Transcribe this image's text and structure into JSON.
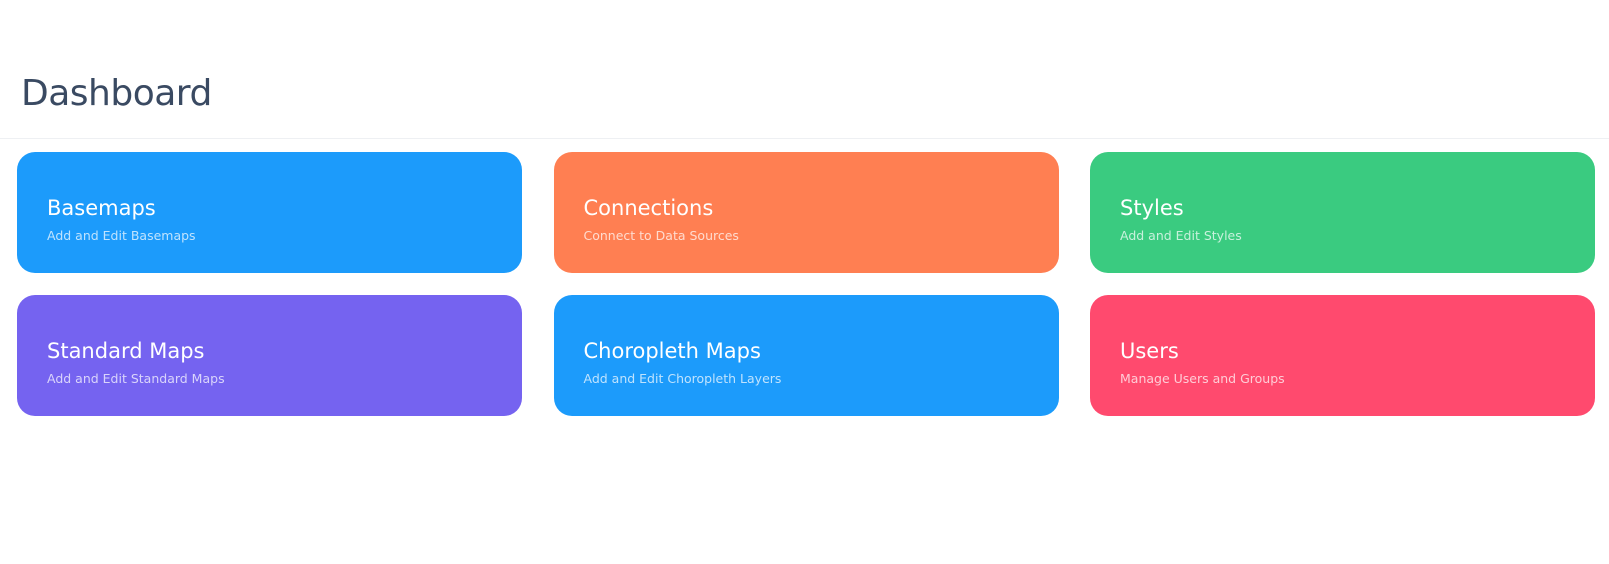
{
  "header": {
    "title": "Dashboard"
  },
  "cards": [
    {
      "key": "basemaps",
      "title": "Basemaps",
      "subtitle": "Add and Edit Basemaps",
      "color": "#1c9bfb"
    },
    {
      "key": "connections",
      "title": "Connections",
      "subtitle": "Connect to Data Sources",
      "color": "#ff7f52"
    },
    {
      "key": "styles",
      "title": "Styles",
      "subtitle": "Add and Edit Styles",
      "color": "#3acb80"
    },
    {
      "key": "standard-maps",
      "title": "Standard Maps",
      "subtitle": "Add and Edit Standard Maps",
      "color": "#7563f0"
    },
    {
      "key": "choropleth-maps",
      "title": "Choropleth Maps",
      "subtitle": "Add and Edit Choropleth Layers",
      "color": "#1c9bfb"
    },
    {
      "key": "users",
      "title": "Users",
      "subtitle": "Manage Users and Groups",
      "color": "#ff4a6e"
    }
  ]
}
